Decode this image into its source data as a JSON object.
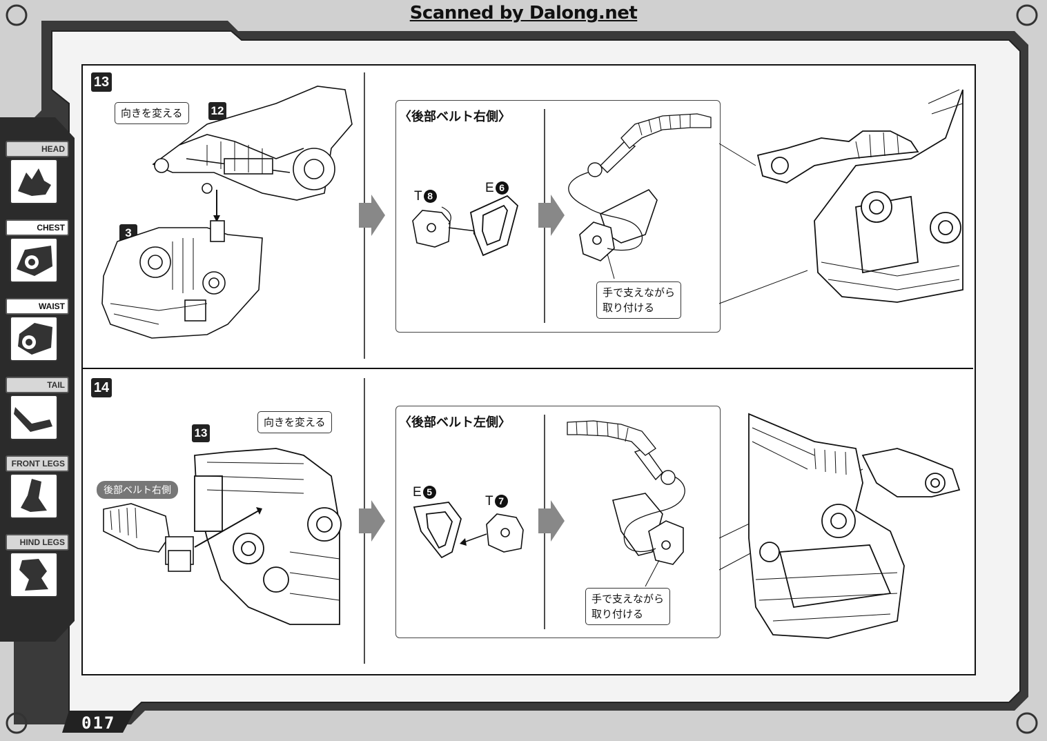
{
  "watermark": "Scanned by Dalong.net",
  "page_number": "017",
  "sidebar": {
    "tabs": [
      {
        "label": "HEAD",
        "icon": "wolf-head-icon",
        "active": false
      },
      {
        "label": "CHEST",
        "icon": "chest-core-icon",
        "active": true
      },
      {
        "label": "WAIST",
        "icon": "waist-gear-icon",
        "active": true
      },
      {
        "label": "TAIL",
        "icon": "tail-icon",
        "active": false
      },
      {
        "label": "FRONT LEGS",
        "icon": "front-legs-icon",
        "active": false
      },
      {
        "label": "HIND LEGS",
        "icon": "hind-legs-icon",
        "active": false
      }
    ]
  },
  "steps": [
    {
      "number": "13",
      "part_refs": [
        "12",
        "3"
      ],
      "callout_turn": "向きを変える",
      "detail": {
        "title": "〈後部ベルト右側〉",
        "parts": [
          {
            "letter": "T",
            "num": "8"
          },
          {
            "letter": "E",
            "num": "6"
          }
        ],
        "note_line1": "手で支えながら",
        "note_line2": "取り付ける"
      }
    },
    {
      "number": "14",
      "part_refs": [
        "13"
      ],
      "callout_turn": "向きを変える",
      "pill": "後部ベルト右側",
      "detail": {
        "title": "〈後部ベルト左側〉",
        "parts": [
          {
            "letter": "E",
            "num": "5"
          },
          {
            "letter": "T",
            "num": "7"
          }
        ],
        "note_line1": "手で支えながら",
        "note_line2": "取り付ける"
      }
    }
  ]
}
